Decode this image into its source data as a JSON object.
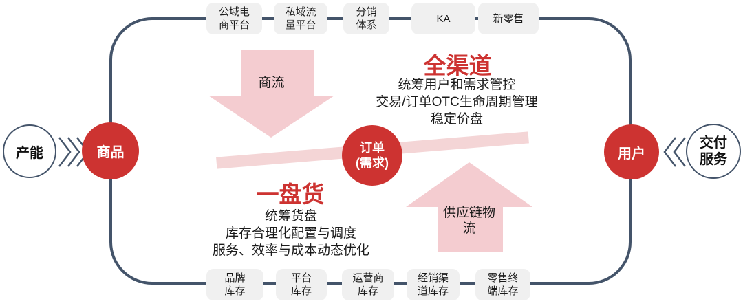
{
  "colors": {
    "accent_red": "#cd3331",
    "frame_slate": "#44546a",
    "arrow_pink": "#f4ccd0",
    "bar_pink": "#f4d5d6",
    "box_gray": "#f0f0f0"
  },
  "top_row": {
    "items": [
      {
        "lines": [
          "公域电",
          "商平台"
        ]
      },
      {
        "lines": [
          "私域流",
          "量平台"
        ]
      },
      {
        "lines": [
          "分销",
          "体系"
        ]
      },
      {
        "lines": [
          "KA"
        ]
      },
      {
        "lines": [
          "新零售"
        ]
      }
    ]
  },
  "bottom_row": {
    "items": [
      {
        "lines": [
          "品牌",
          "库存"
        ]
      },
      {
        "lines": [
          "平台",
          "库存"
        ]
      },
      {
        "lines": [
          "运营商",
          "库存"
        ]
      },
      {
        "lines": [
          "经销渠",
          "道库存"
        ]
      },
      {
        "lines": [
          "零售终",
          "端库存"
        ]
      }
    ]
  },
  "nodes": {
    "capacity": {
      "label": "产能"
    },
    "product": {
      "label": "商品"
    },
    "order": {
      "line1": "订单",
      "line2": "(需求)"
    },
    "user": {
      "label": "用户"
    },
    "delivery": {
      "lines": [
        "交付",
        "服务"
      ]
    }
  },
  "flows": {
    "commerce": "商流",
    "supply_chain": "供应链物流"
  },
  "sections": {
    "omni": {
      "title": "全渠道",
      "lines": [
        "统筹用户和需求管控",
        "交易/订单OTC生命周期管理",
        "稳定价盘"
      ]
    },
    "pool": {
      "title": "一盘货",
      "lines": [
        "统筹货盘",
        "库存合理化配置与调度",
        "服务、效率与成本动态优化"
      ]
    }
  }
}
